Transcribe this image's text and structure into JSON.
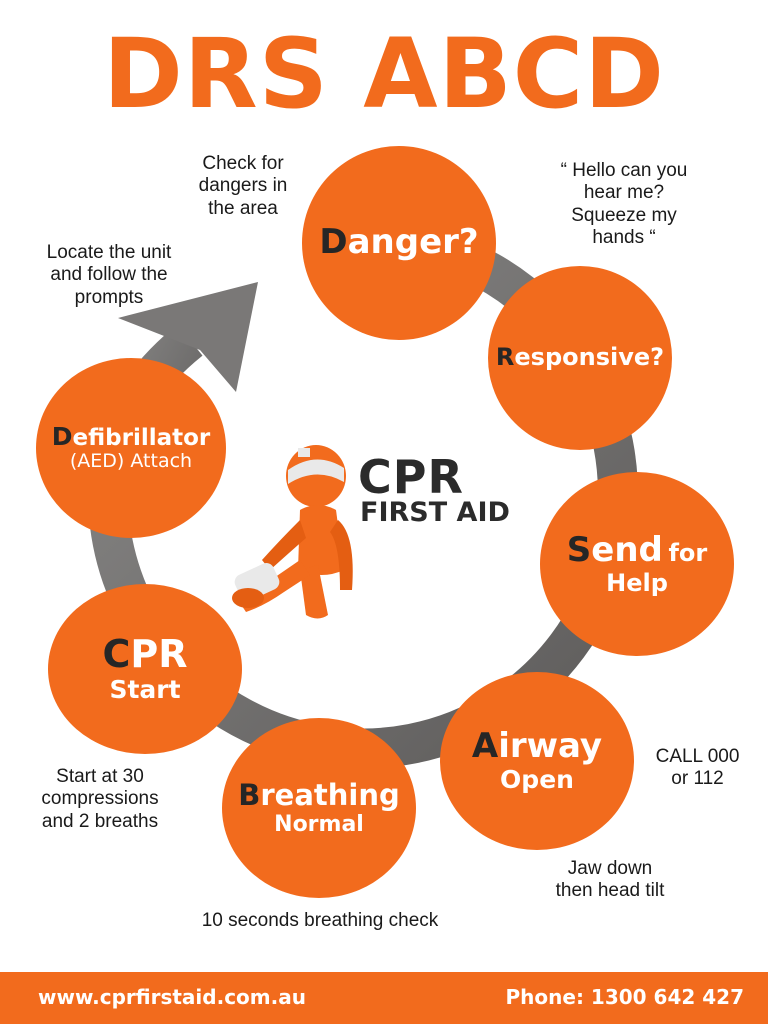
{
  "title": "DRS ABCD",
  "steps": {
    "danger": {
      "cap": "D",
      "rest": "anger?"
    },
    "responsive": {
      "cap": "R",
      "rest": "esponsive?"
    },
    "send": {
      "cap": "S",
      "rest": "end",
      "rest2": "for",
      "line2": "Help"
    },
    "airway": {
      "cap": "A",
      "rest": "irway",
      "line2": "Open"
    },
    "breathing": {
      "cap": "B",
      "rest": "reathing",
      "line2": "Normal"
    },
    "cpr": {
      "cap": "C",
      "rest": "PR",
      "line2": "Start"
    },
    "defib": {
      "cap": "D",
      "rest": "efibrillator",
      "line2": "(AED) Attach"
    }
  },
  "notes": {
    "danger_l1": "Check for",
    "danger_l2": "dangers in",
    "danger_l3": "the area",
    "resp_l1": "“ Hello can you",
    "resp_l2": "hear me?",
    "resp_l3": "Squeeze my",
    "resp_l4": "hands “",
    "defib_l1": "Locate the unit",
    "defib_l2": "and follow the",
    "defib_l3": "prompts",
    "call_l1": "CALL 000",
    "call_l2": "or 112",
    "jaw_l1": "Jaw down",
    "jaw_l2": "then head tilt",
    "cpr_l1": "Start at 30",
    "cpr_l2": "compressions",
    "cpr_l3": "and 2 breaths",
    "breath_l1": "10 seconds breathing check"
  },
  "logo": {
    "line1": "CPR",
    "line2": "FIRST AID"
  },
  "footer": {
    "website": "www.cprfirstaid.com.au",
    "phone": "Phone: 1300 642 427"
  },
  "colors": {
    "accent": "#f26b1d",
    "ring": "#6d6b6a",
    "dark": "#262626"
  }
}
